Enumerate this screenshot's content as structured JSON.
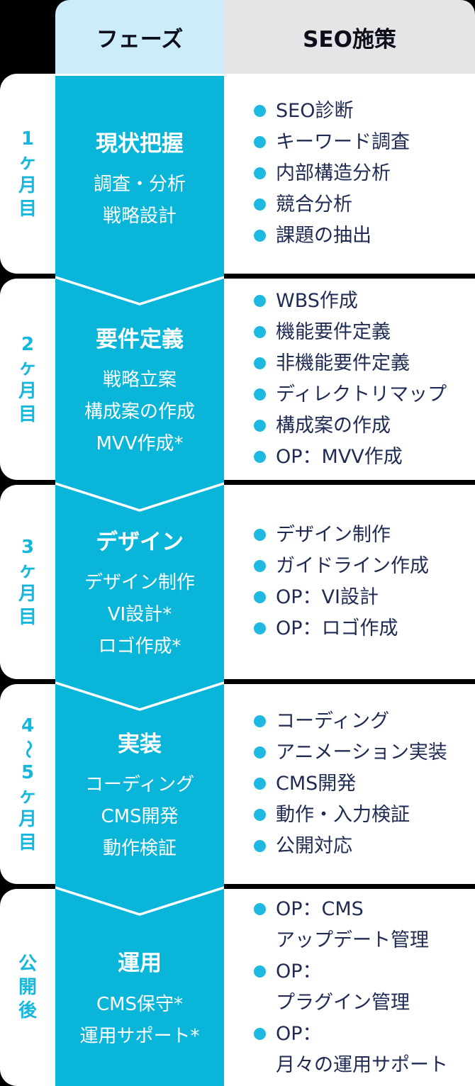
{
  "header": {
    "phase_column_label": "フェーズ",
    "seo_column_label": "SEO施策"
  },
  "colors": {
    "background": "#000000",
    "card": "#ffffff",
    "phase_column_cyan": "#09b5d9",
    "bullet_cyan": "#1eb8e0",
    "duration_label_cyan": "#16b7dd",
    "phase_header_blue": "#cbecf8",
    "seo_header_gray": "#e5e4e6",
    "item_text_navy": "#1f2b53"
  },
  "rows": [
    {
      "duration": "1ヶ月目",
      "phase": "現状把握",
      "phase_sub": [
        "調査・分析",
        "戦略設計"
      ],
      "items": [
        [
          "SEO診断"
        ],
        [
          "キーワード調査"
        ],
        [
          "内部構造分析"
        ],
        [
          "競合分析"
        ],
        [
          "課題の抽出"
        ]
      ]
    },
    {
      "duration": "2ヶ月目",
      "phase": "要件定義",
      "phase_sub": [
        "戦略立案",
        "構成案の作成",
        "MVV作成*"
      ],
      "items": [
        [
          "WBS作成"
        ],
        [
          "機能要件定義"
        ],
        [
          "非機能要件定義"
        ],
        [
          "ディレクトリマップ"
        ],
        [
          "構成案の作成"
        ],
        [
          "OP：MVV作成"
        ]
      ]
    },
    {
      "duration": "3ヶ月目",
      "phase": "デザイン",
      "phase_sub": [
        "デザイン制作",
        "VI設計*",
        "ロゴ作成*"
      ],
      "items": [
        [
          "デザイン制作"
        ],
        [
          "ガイドライン作成"
        ],
        [
          "OP：VI設計"
        ],
        [
          "OP：ロゴ作成"
        ]
      ]
    },
    {
      "duration": "4〜5ヶ月目",
      "phase": "実装",
      "phase_sub": [
        "コーディング",
        "CMS開発",
        "動作検証"
      ],
      "items": [
        [
          "コーディング"
        ],
        [
          "アニメーション実装"
        ],
        [
          "CMS開発"
        ],
        [
          "動作・入力検証"
        ],
        [
          "公開対応"
        ]
      ]
    },
    {
      "duration": "公開後",
      "phase": "運用",
      "phase_sub": [
        "CMS保守*",
        "運用サポート*"
      ],
      "items": [
        [
          "OP：CMS",
          "アップデート管理"
        ],
        [
          "OP：",
          "プラグイン管理"
        ],
        [
          "OP：",
          "月々の運用サポート"
        ]
      ]
    }
  ]
}
